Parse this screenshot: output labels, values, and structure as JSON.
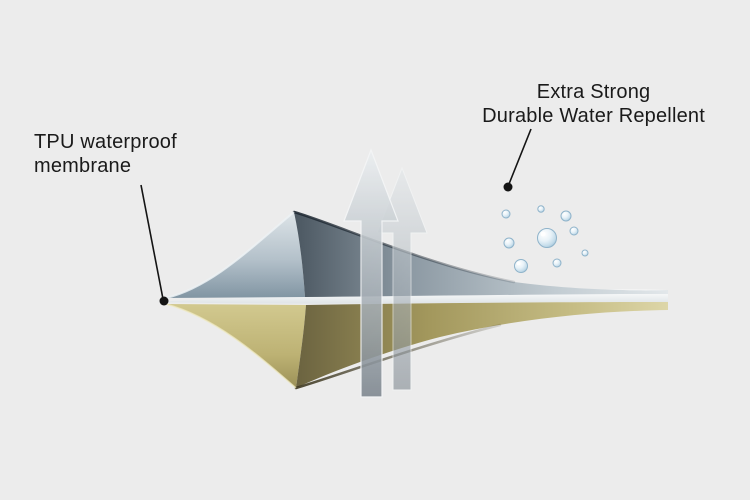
{
  "annotations": {
    "membrane_label": "TPU waterproof membrane",
    "repellent_line1": "Extra Strong",
    "repellent_line2": "Durable Water Repellent"
  },
  "icons": {
    "up-arrow-icon": "⬆",
    "water-droplet-icon": "💧",
    "leader-dot": "●"
  },
  "colors": {
    "page-bg": "#ececec",
    "text-color": "#1a1a1a",
    "leader-color": "#141414",
    "top-layer-dark": "#4b5761",
    "top-layer-light": "#dde4e8",
    "membrane-white": "#ffffff",
    "bottom-layer-dark": "#6b6340",
    "bottom-layer-light": "#ddd6a8",
    "arrow-gray": "#aab3ba",
    "droplet-blue": "#bcd7e7"
  }
}
